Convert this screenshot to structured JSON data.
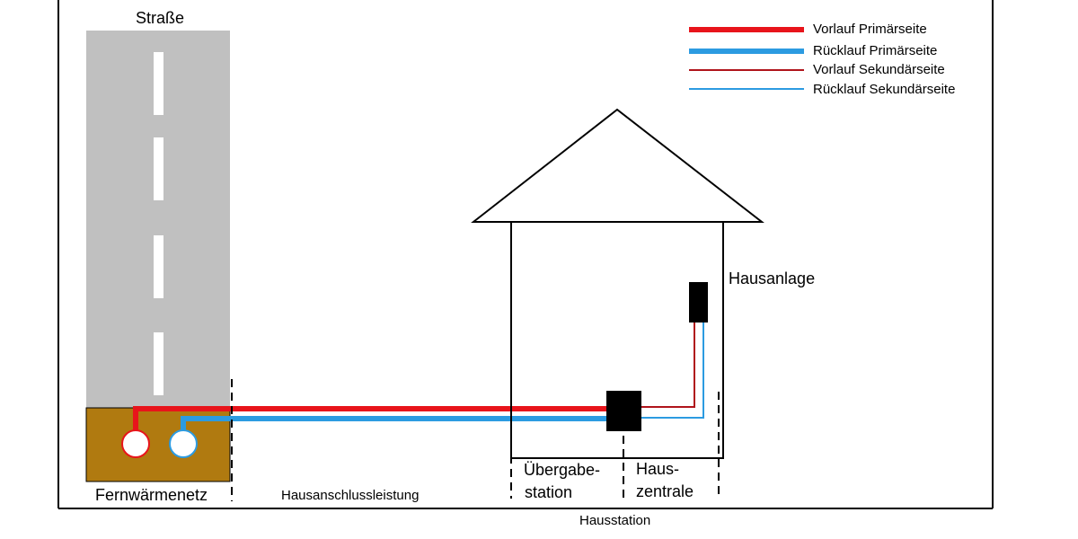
{
  "labels": {
    "road": "Straße",
    "network": "Fernwärmenetz",
    "connection": "Hausanschlussleistung",
    "house_system": "Hausanlage",
    "transfer_station_line1": "Übergabe-",
    "transfer_station_line2": "station",
    "house_central_line1": "Haus-",
    "house_central_line2": "zentrale",
    "house_station": "Hausstation"
  },
  "legend": [
    {
      "label": "Vorlauf Primärseite",
      "color": "#e8141b",
      "weight": "thick"
    },
    {
      "label": "Rücklauf Primärseite",
      "color": "#2c9be1",
      "weight": "thick"
    },
    {
      "label": "Vorlauf Sekundärseite",
      "color": "#b0141b",
      "weight": "thin"
    },
    {
      "label": "Rücklauf Sekundärseite",
      "color": "#2c9be1",
      "weight": "thin"
    }
  ],
  "colors": {
    "road": "#c0c0c0",
    "ground": "#b07a10",
    "supply_primary": "#e8141b",
    "return_primary": "#2c9be1",
    "supply_secondary": "#b0141b",
    "return_secondary": "#2c9be1"
  }
}
